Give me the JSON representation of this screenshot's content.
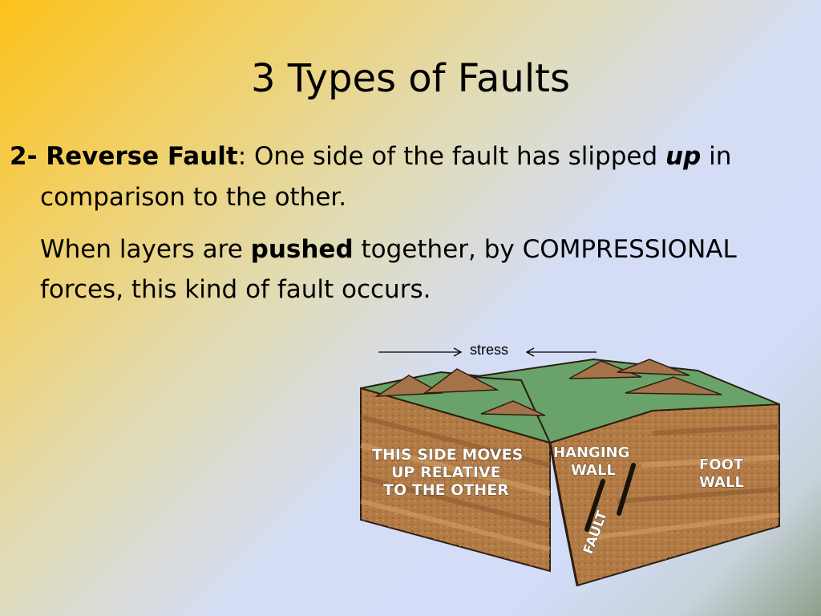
{
  "slide": {
    "title": "3 Types of Faults",
    "point_label": "2- Reverse Fault",
    "point_sep": ":",
    "point_text_1": " One side of the fault has slipped ",
    "point_emph": "up",
    "point_text_2": " in comparison to the other.",
    "line2_a": "When layers are ",
    "line2_bold": "pushed",
    "line2_b": " together, by COMPRESSIONAL forces, this kind of fault occurs."
  },
  "diagram": {
    "stress_label": "stress",
    "left_side_lines": [
      "THIS SIDE MOVES",
      "UP RELATIVE",
      "TO THE OTHER"
    ],
    "hanging_wall_lines": [
      "HANGING",
      "WALL"
    ],
    "foot_wall_lines": [
      "FOOT",
      "WALL"
    ],
    "fault_label": "FAULT",
    "colors": {
      "ground": "#6aa36a",
      "earth": "#b07a45",
      "mountain": "#a5734a"
    }
  }
}
